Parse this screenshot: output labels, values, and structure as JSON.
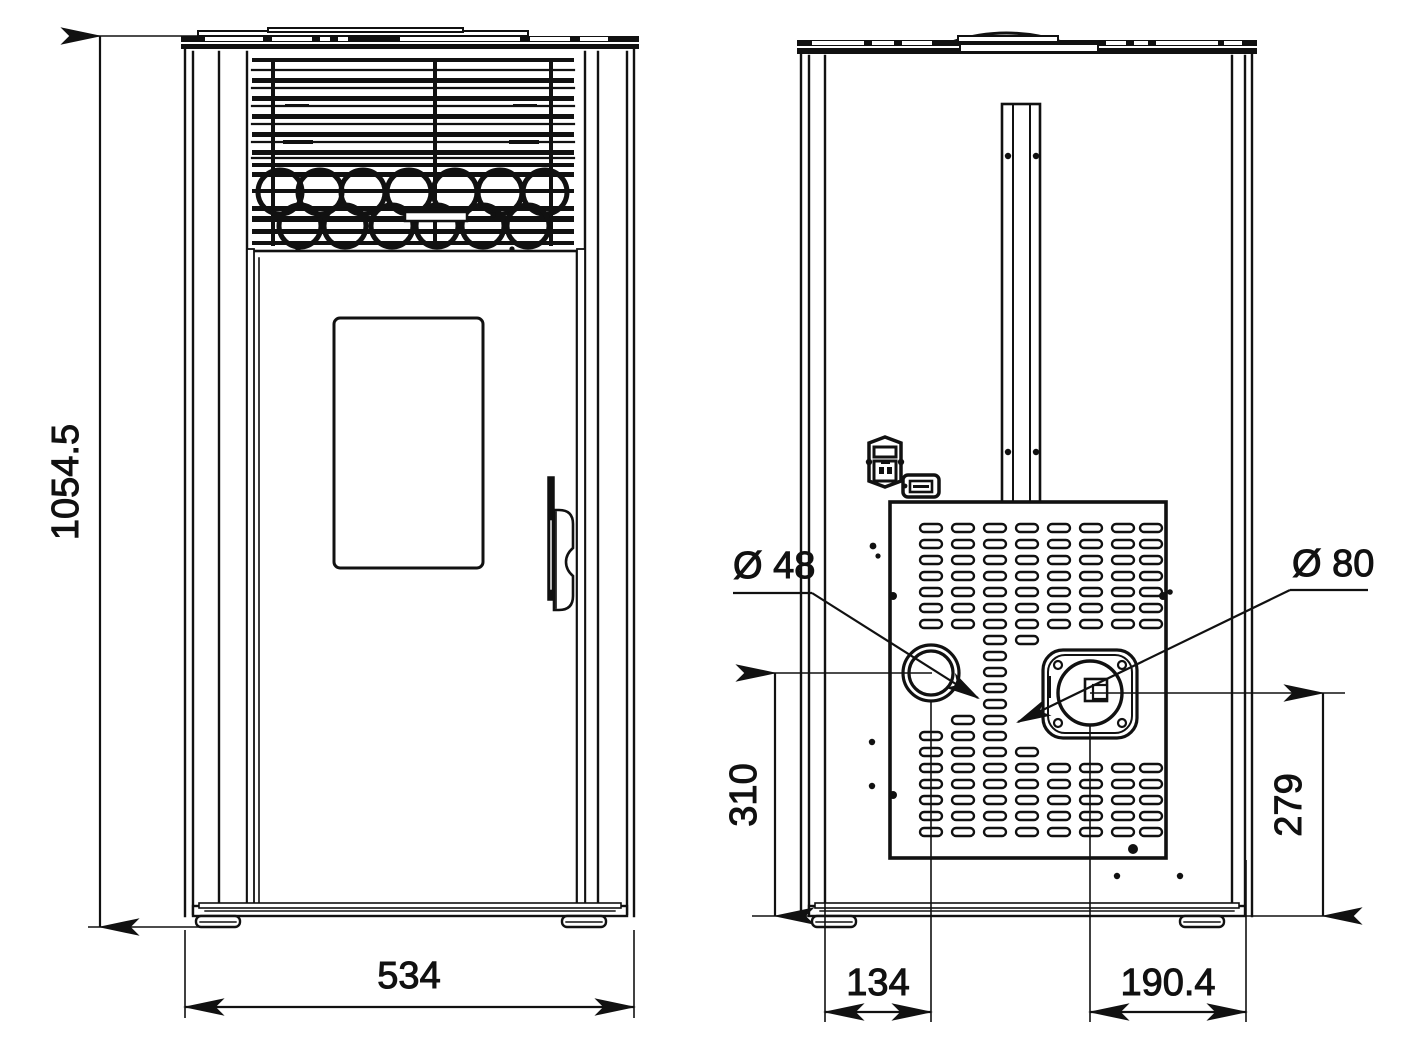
{
  "drawing": {
    "type": "technical-dimension-drawing",
    "subject": "pellet stove",
    "units": "mm",
    "background_color": "#ffffff",
    "line_color": "#111111",
    "views": [
      {
        "name": "front-view",
        "label": ""
      },
      {
        "name": "rear-view",
        "label": ""
      }
    ]
  },
  "dimensions": {
    "height": {
      "value": "1054.5",
      "orientation": "vertical",
      "view": "front-view"
    },
    "width": {
      "value": "534",
      "orientation": "horizontal",
      "view": "front-view"
    },
    "flue_height": {
      "value": "310",
      "orientation": "vertical",
      "view": "rear-view"
    },
    "exhaust_height": {
      "value": "279",
      "orientation": "vertical",
      "view": "rear-view"
    },
    "air_inlet_offset": {
      "value": "134",
      "orientation": "horizontal",
      "view": "rear-view"
    },
    "exhaust_offset": {
      "value": "190.4",
      "orientation": "horizontal",
      "view": "rear-view"
    }
  },
  "callouts": {
    "air_inlet": {
      "label": "Ø 48",
      "target": "air-inlet-hole"
    },
    "exhaust": {
      "label": "Ø 80",
      "target": "exhaust-flange"
    }
  },
  "front_view_parts": {
    "top_grille_slats": 9,
    "circle_row_upper": 7,
    "circle_row_lower": 6,
    "door_window": "glass-window",
    "handle": "door-handle",
    "feet": 2
  },
  "rear_view_parts": {
    "hopper_lid": "hopper-lid",
    "center_channel": "cable-channel",
    "power_inlet": "iec-power-socket",
    "switch": "rocker-switch",
    "perforated_panel": "perforated-back-panel",
    "air_inlet_hole": "air-inlet-hole",
    "exhaust_flange": "exhaust-flange",
    "feet": 2
  },
  "chart_data": {
    "type": "table",
    "title": "",
    "categories": [
      "1054.5",
      "534",
      "310",
      "279",
      "134",
      "190.4",
      "Ø 48",
      "Ø 80"
    ],
    "values": [
      1054.5,
      534,
      310,
      279,
      134,
      190.4,
      48,
      80
    ]
  }
}
